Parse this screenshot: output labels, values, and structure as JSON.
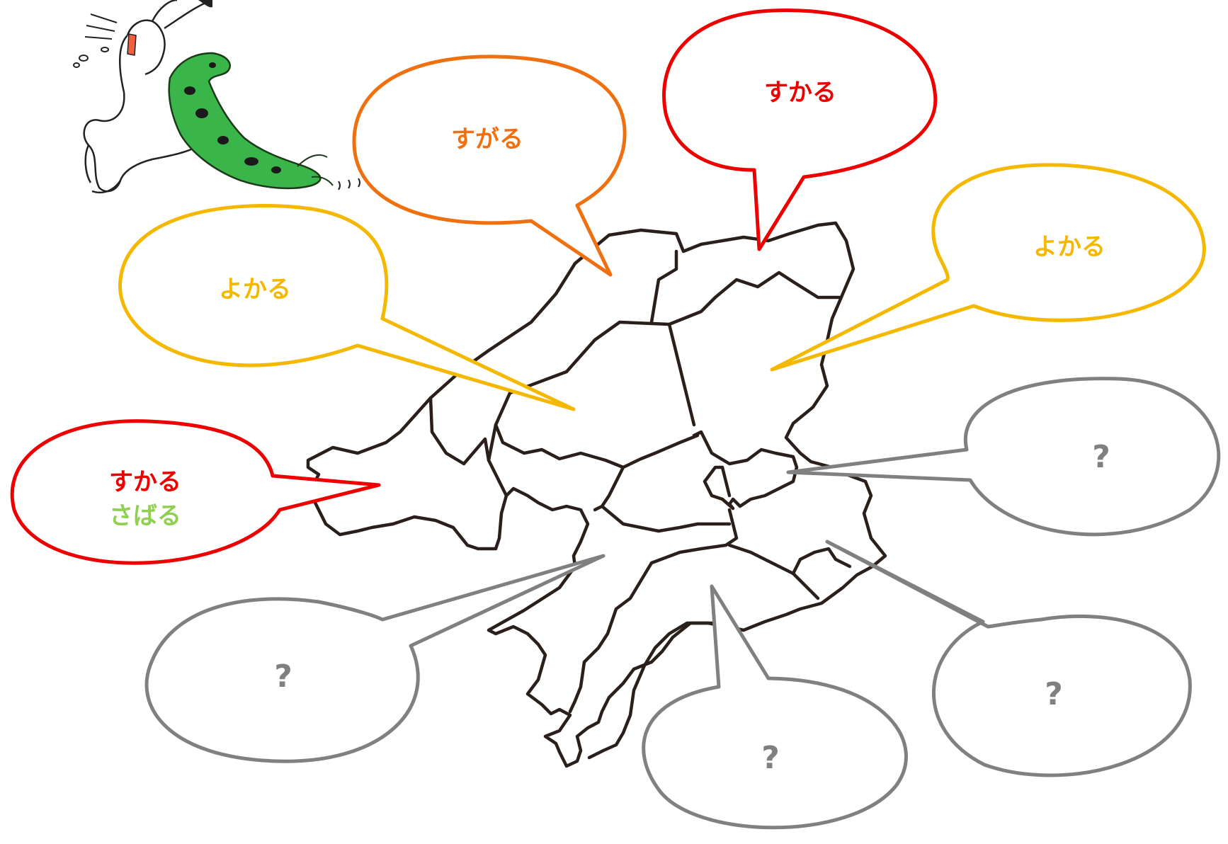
{
  "colors": {
    "red": "#ee0000",
    "orange": "#f07010",
    "yellow": "#f5b800",
    "green": "#8fd050",
    "gray": "#808080",
    "map_line": "#2a1f1a",
    "frog_green": "#3ab54a"
  },
  "illustration": {
    "icon": "frog-and-rabbit-wrestling-icon"
  },
  "bubbles": {
    "top_left_yellow": {
      "text": "よかる",
      "color": "yellow"
    },
    "top_orange": {
      "text": "すがる",
      "color": "orange"
    },
    "top_red": {
      "text": "すかる",
      "color": "red"
    },
    "right_yellow": {
      "text": "よかる",
      "color": "yellow"
    },
    "left_red": {
      "line1": "すかる",
      "line2": "さばる",
      "color1": "red",
      "color2": "green"
    },
    "right_gray": {
      "text": "?",
      "color": "gray"
    },
    "bottom_left_gray": {
      "text": "?",
      "color": "gray"
    },
    "bottom_center_gray": {
      "text": "?",
      "color": "gray"
    },
    "bottom_right_gray": {
      "text": "?",
      "color": "gray"
    }
  }
}
